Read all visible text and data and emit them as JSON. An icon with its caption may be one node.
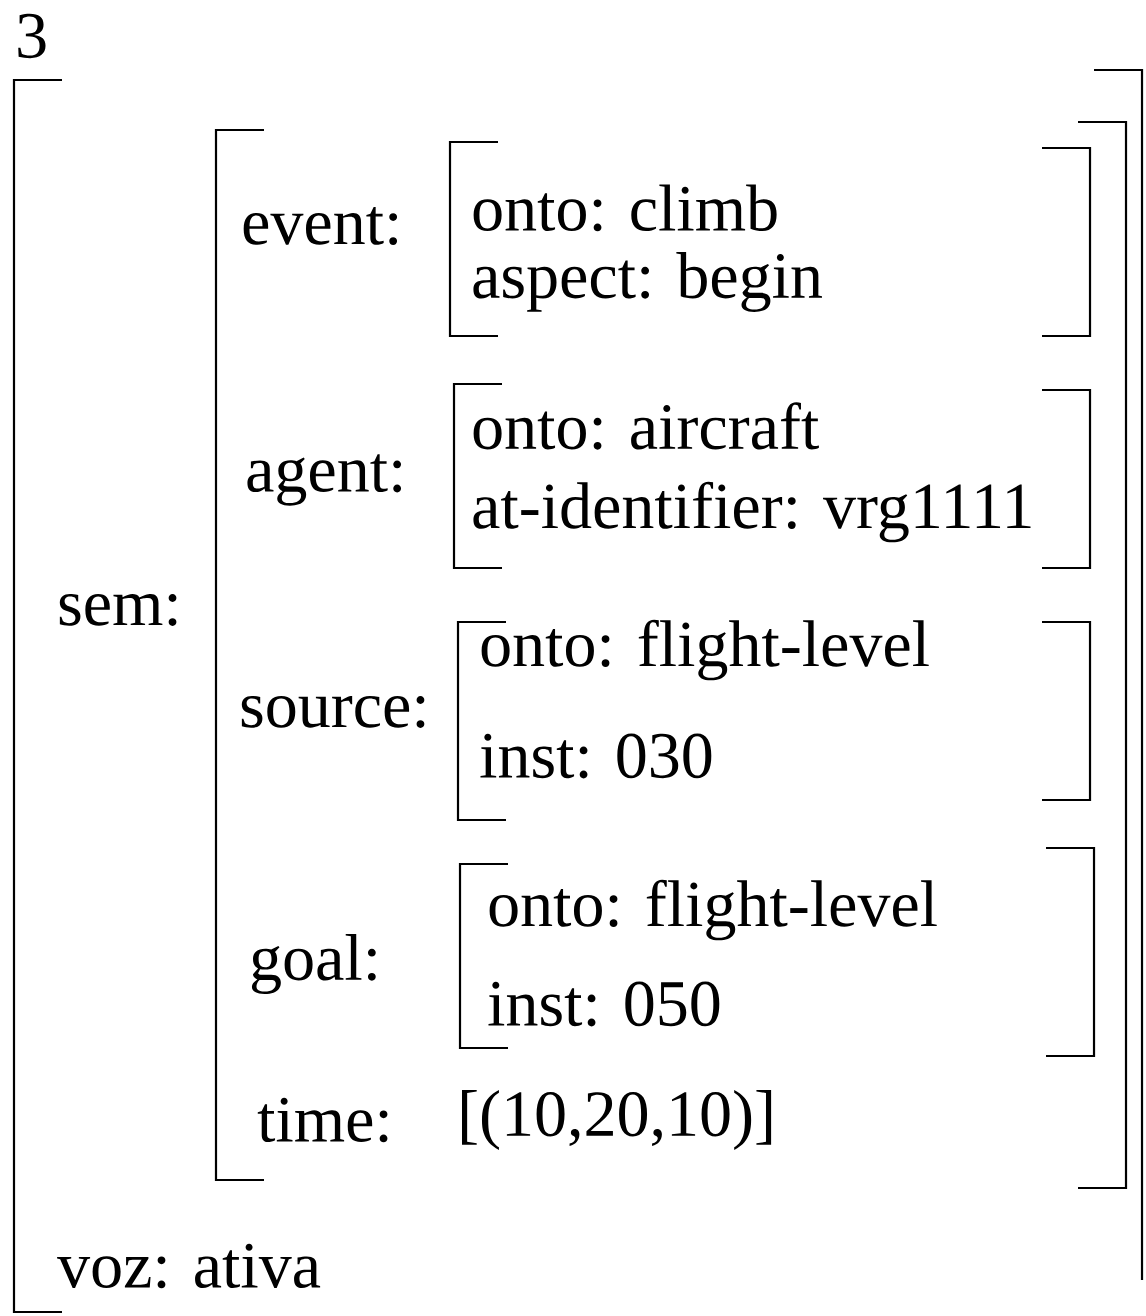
{
  "diagram": {
    "nodes": [
      {
        "text": [
          "3",
          "voz: ativa"
        ]
      },
      {
        "text": [
          "time:",
          "[(10,20,10)]"
        ],
        "in": 0,
        "beside": [
          "sem:"
        ]
      },
      {
        "text": [
          "onto: climb",
          "aspect: begin"
        ],
        "in": 1,
        "beside": [
          "event:"
        ]
      },
      {
        "text": [
          "onto: aircraft",
          "at-identifier: vrg1111"
        ],
        "in": 1,
        "beside": [
          "agent:"
        ]
      },
      {
        "text": [
          "onto: flight-level",
          "inst: 030"
        ],
        "in": 1,
        "beside": [
          "source:"
        ]
      },
      {
        "text": [
          "onto: flight-level",
          "inst: 050"
        ],
        "in": 1,
        "beside": [
          "goal:"
        ]
      }
    ]
  }
}
